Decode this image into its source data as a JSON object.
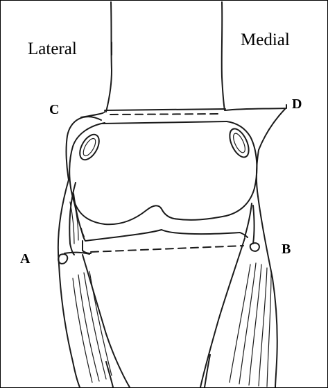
{
  "labels": {
    "lateral": "Lateral",
    "medial": "Medial",
    "a": "A",
    "b": "B",
    "c": "C",
    "d": "D"
  }
}
